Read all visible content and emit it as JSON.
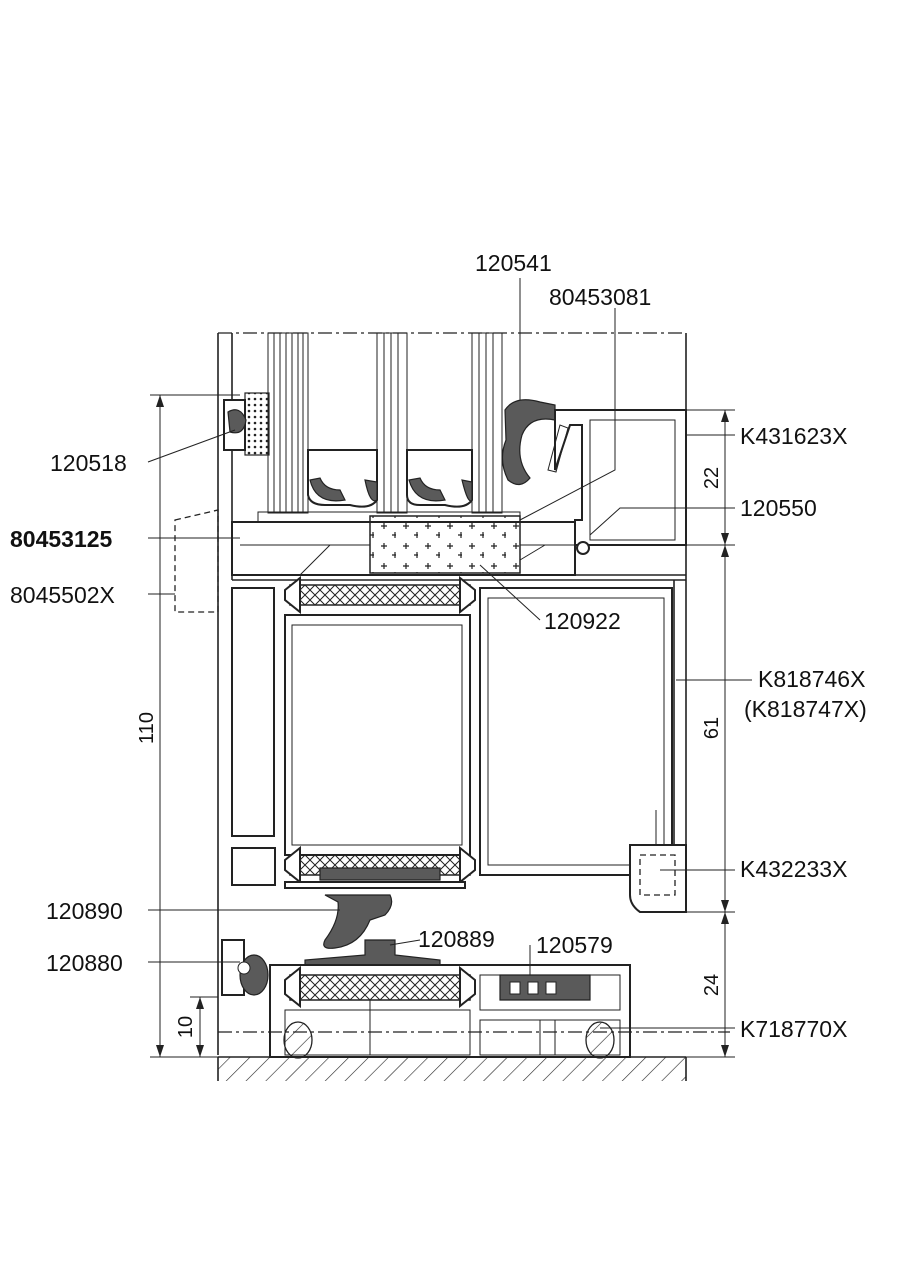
{
  "labels": {
    "l120541": "120541",
    "l80453081": "80453081",
    "l120518": "120518",
    "lK431623X": "K431623X",
    "l120550": "120550",
    "l80453125": "80453125",
    "l8045502X": "8045502X",
    "l120922": "120922",
    "lK818746X": "K818746X",
    "lK818747X": "(K818747X)",
    "lK432233X": "K432233X",
    "l120890": "120890",
    "l120889": "120889",
    "l120579": "120579",
    "l120880": "120880",
    "lK718770X": "K718770X"
  },
  "dimensions": {
    "d110": "110",
    "d22": "22",
    "d61": "61",
    "d24": "24",
    "d10": "10"
  },
  "colors": {
    "line": "#222222",
    "gasket": "#5a5a5a",
    "background": "#ffffff"
  }
}
